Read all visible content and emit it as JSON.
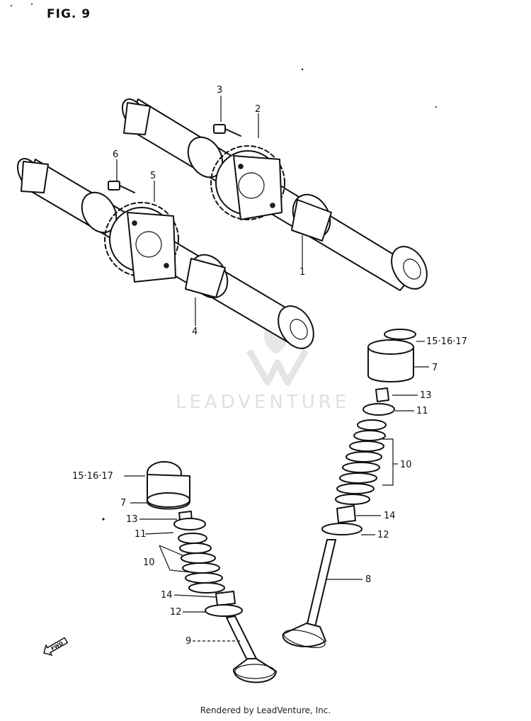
{
  "figure": {
    "title": "FIG. 9"
  },
  "watermark": {
    "text": "LEADVENTURE"
  },
  "callouts": {
    "c1": "1",
    "c2": "2",
    "c3": "3",
    "c4": "4",
    "c5": "5",
    "c6": "6",
    "c7_right": "7",
    "c7_left": "7",
    "c8": "8",
    "c9": "9",
    "c10_right": "10",
    "c10_left": "10",
    "c11_right": "11",
    "c11_left": "11",
    "c12_right": "12",
    "c12_left": "12",
    "c13_right": "13",
    "c13_left": "13",
    "c14_right": "14",
    "c14_left": "14",
    "c151617_right": "15·16·17",
    "c151617_left": "15·16·17"
  },
  "fwd_marker": {
    "text": "FWD"
  },
  "footer": {
    "text": "Rendered by LeadVenture, Inc."
  }
}
